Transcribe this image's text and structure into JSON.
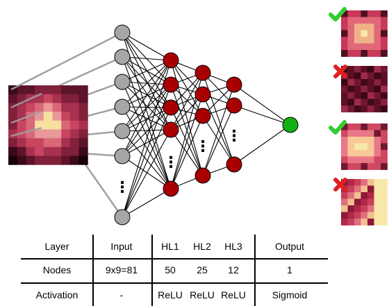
{
  "network": {
    "input_ellipsis": "⋮",
    "hidden_ellipsis": "⋮",
    "colors": {
      "input_node": "#a6a6a6",
      "hidden_node": "#a80000",
      "output_node": "#12b012",
      "edge": "#000000",
      "input_edge": "#a0a0a0"
    }
  },
  "samples": [
    {
      "result": "correct",
      "mark": "check-icon",
      "color": "#33cc33"
    },
    {
      "result": "incorrect",
      "mark": "cross-icon",
      "color": "#e02020"
    },
    {
      "result": "correct",
      "mark": "check-icon",
      "color": "#33cc33"
    },
    {
      "result": "incorrect",
      "mark": "cross-icon",
      "color": "#e02020"
    }
  ],
  "table": {
    "rows": [
      {
        "label": "Layer",
        "input": "Input",
        "hl1": "HL1",
        "hl2": "HL2",
        "hl3": "HL3",
        "output": "Output"
      },
      {
        "label": "Nodes",
        "input": "9x9=81",
        "hl1": "50",
        "hl2": "25",
        "hl3": "12",
        "output": "1"
      },
      {
        "label": "Activation",
        "input": "-",
        "hl1": "ReLU",
        "hl2": "ReLU",
        "hl3": "ReLU",
        "output": "Sigmoid"
      }
    ]
  }
}
